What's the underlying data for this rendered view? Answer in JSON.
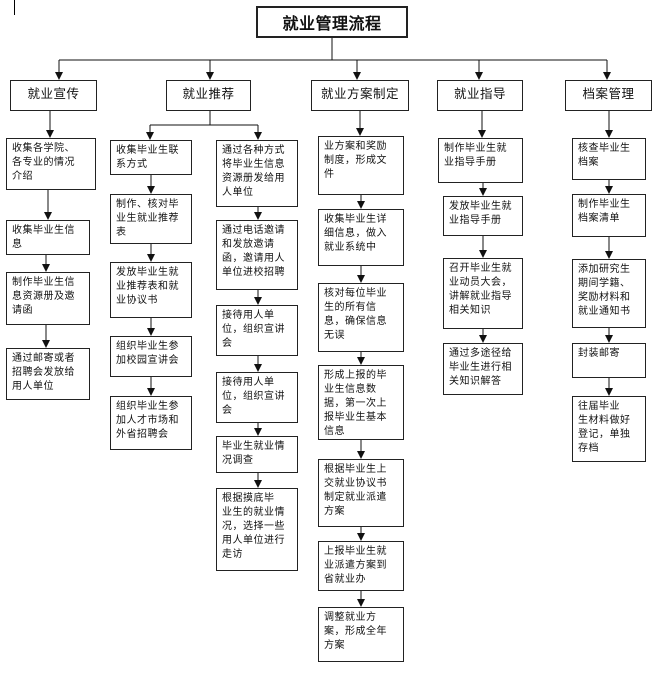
{
  "diagram": {
    "title": "就业管理流程",
    "columns": [
      {
        "name": "就业宣传",
        "boxes": [
          "收集各学院、\n各专业的情况\n介绍",
          "收集毕业生信\n息",
          "制作毕业生信\n息资源册及邀\n请函",
          "通过邮寄或者\n招聘会发放给\n用人单位"
        ]
      },
      {
        "name": "就业推荐",
        "sub_a": [
          "收集毕业生联\n系方式",
          "制作、核对毕\n业生就业推荐\n表",
          "发放毕业生就\n业推荐表和就\n业协议书",
          "组织毕业生参\n加校园宣讲会",
          "组织毕业生参\n加人才市场和\n外省招聘会"
        ],
        "sub_b": [
          "通过各种方式\n将毕业生信息\n资源册发给用\n人单位",
          "通过电话邀请\n和发放邀请\n函，邀请用人\n单位进校招聘",
          "接待用人单\n位，组织宣讲\n会",
          "接待用人单\n位，组织宣讲\n会",
          "毕业生就业情\n况调查",
          "根据摸底毕\n业生的就业情\n况，选择一些\n用人单位进行\n走访"
        ]
      },
      {
        "name": "就业方案制定",
        "boxes": [
          "业方案和奖励\n制度，形成文\n件",
          "收集毕业生详\n细信息，做入\n就业系统中",
          "核对每位毕业\n生的所有信\n息，确保信息\n无误",
          "形成上报的毕\n业生信息数\n据，第一次上\n报毕业生基本\n信息",
          "根据毕业生上\n交就业协议书\n制定就业派遣\n方案",
          "上报毕业生就\n业派遣方案到\n省就业办",
          "调整就业方\n案，形成全年\n方案"
        ]
      },
      {
        "name": "就业指导",
        "boxes": [
          "制作毕业生就\n业指导手册",
          "发放毕业生就\n业指导手册",
          "召开毕业生就\n业动员大会，\n讲解就业指导\n相关知识",
          "通过多途径给\n毕业生进行相\n关知识解答"
        ]
      },
      {
        "name": "档案管理",
        "boxes": [
          "核查毕业生\n档案",
          "制作毕业生\n档案清单",
          "添加研究生\n期间学籍、\n奖励材料和\n就业通知书",
          "封装邮寄",
          "往届毕业\n生材料做好\n登记，单独\n存档"
        ]
      }
    ]
  }
}
